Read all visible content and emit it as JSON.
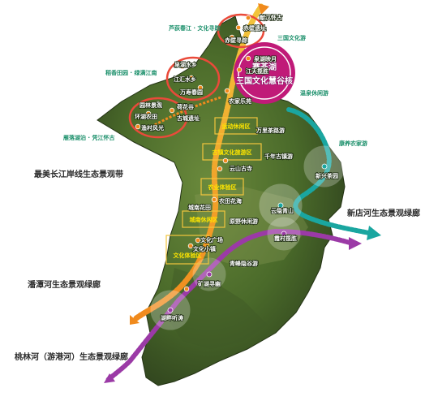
{
  "colors": {
    "terrain_dark": "#2e3f1e",
    "terrain_mid": "#4f6b2e",
    "terrain_light": "#7a8f4a",
    "ribbon_yellow": "#f2c53d",
    "ribbon_orange": "#f08a1d",
    "ribbon_purple": "#9b3aa6",
    "ribbon_teal": "#1aa6a0",
    "ring_red": "#ea4a3a",
    "headline_magenta": "#c01a78",
    "zone_yellow": "#ffe600",
    "label_green": "#1a8f6a"
  },
  "headline": {
    "line1": "赛荟湖",
    "line2": "三国文化慧谷核"
  },
  "corridors": {
    "changjiang": "最美长江岸线生态景观带",
    "xindian": "新店河生态景观绿廊",
    "pantan": "潘潭河生态景观绿廊",
    "taolin": "桃林河（游港河）生态景观绿廊"
  },
  "green_labels": {
    "luping": "芦荻春江 · 文化寻踪",
    "sanguo": "三国文化游",
    "shuxiang": "稻香田园 · 绿满江南",
    "wenquan": "温泉休闲游",
    "yinghe": "雁落湖泊 · 凭江怀古",
    "kangyang": "康养农家游"
  },
  "zones": [
    "运动休闲区",
    "古镇文化旅游区",
    "农业体验区",
    "城南休闲区",
    "文化体验区"
  ],
  "labels": {
    "juemian": "献汉怀古",
    "chibi1": "赤壁遗址",
    "chibi2": "赤壁寻踪",
    "quanhu": "泉湖水乡",
    "quanhu2": "泉湖映月",
    "jianghui": "江汇水乡",
    "wanshou": "万寿春园",
    "jiangtian": "江天揽胜",
    "nongxiang": "农家乐苑",
    "yuanlin": "园林景观",
    "huanlin": "环湖农田",
    "yuqun": "渔村风光",
    "hegu": "荷花谷",
    "gucheng": "古城遗址",
    "wanli": "万里茶路游",
    "qiannian": "千年古镇游",
    "yunshan": "云山古寺",
    "nongtian": "农田花海",
    "yuanye": "原野休闲游",
    "chengnan": "城南花田",
    "wenhua1": "文化广场",
    "wenhua2": "文化小镇",
    "qingfeng": "青峰隐谷游",
    "kuanghu": "矿湖寻幽",
    "hupan": "湖畔听涛",
    "xinxing": "新兴茶园",
    "yunyin": "云隐青山",
    "xiacun": "霞村揽胜"
  }
}
